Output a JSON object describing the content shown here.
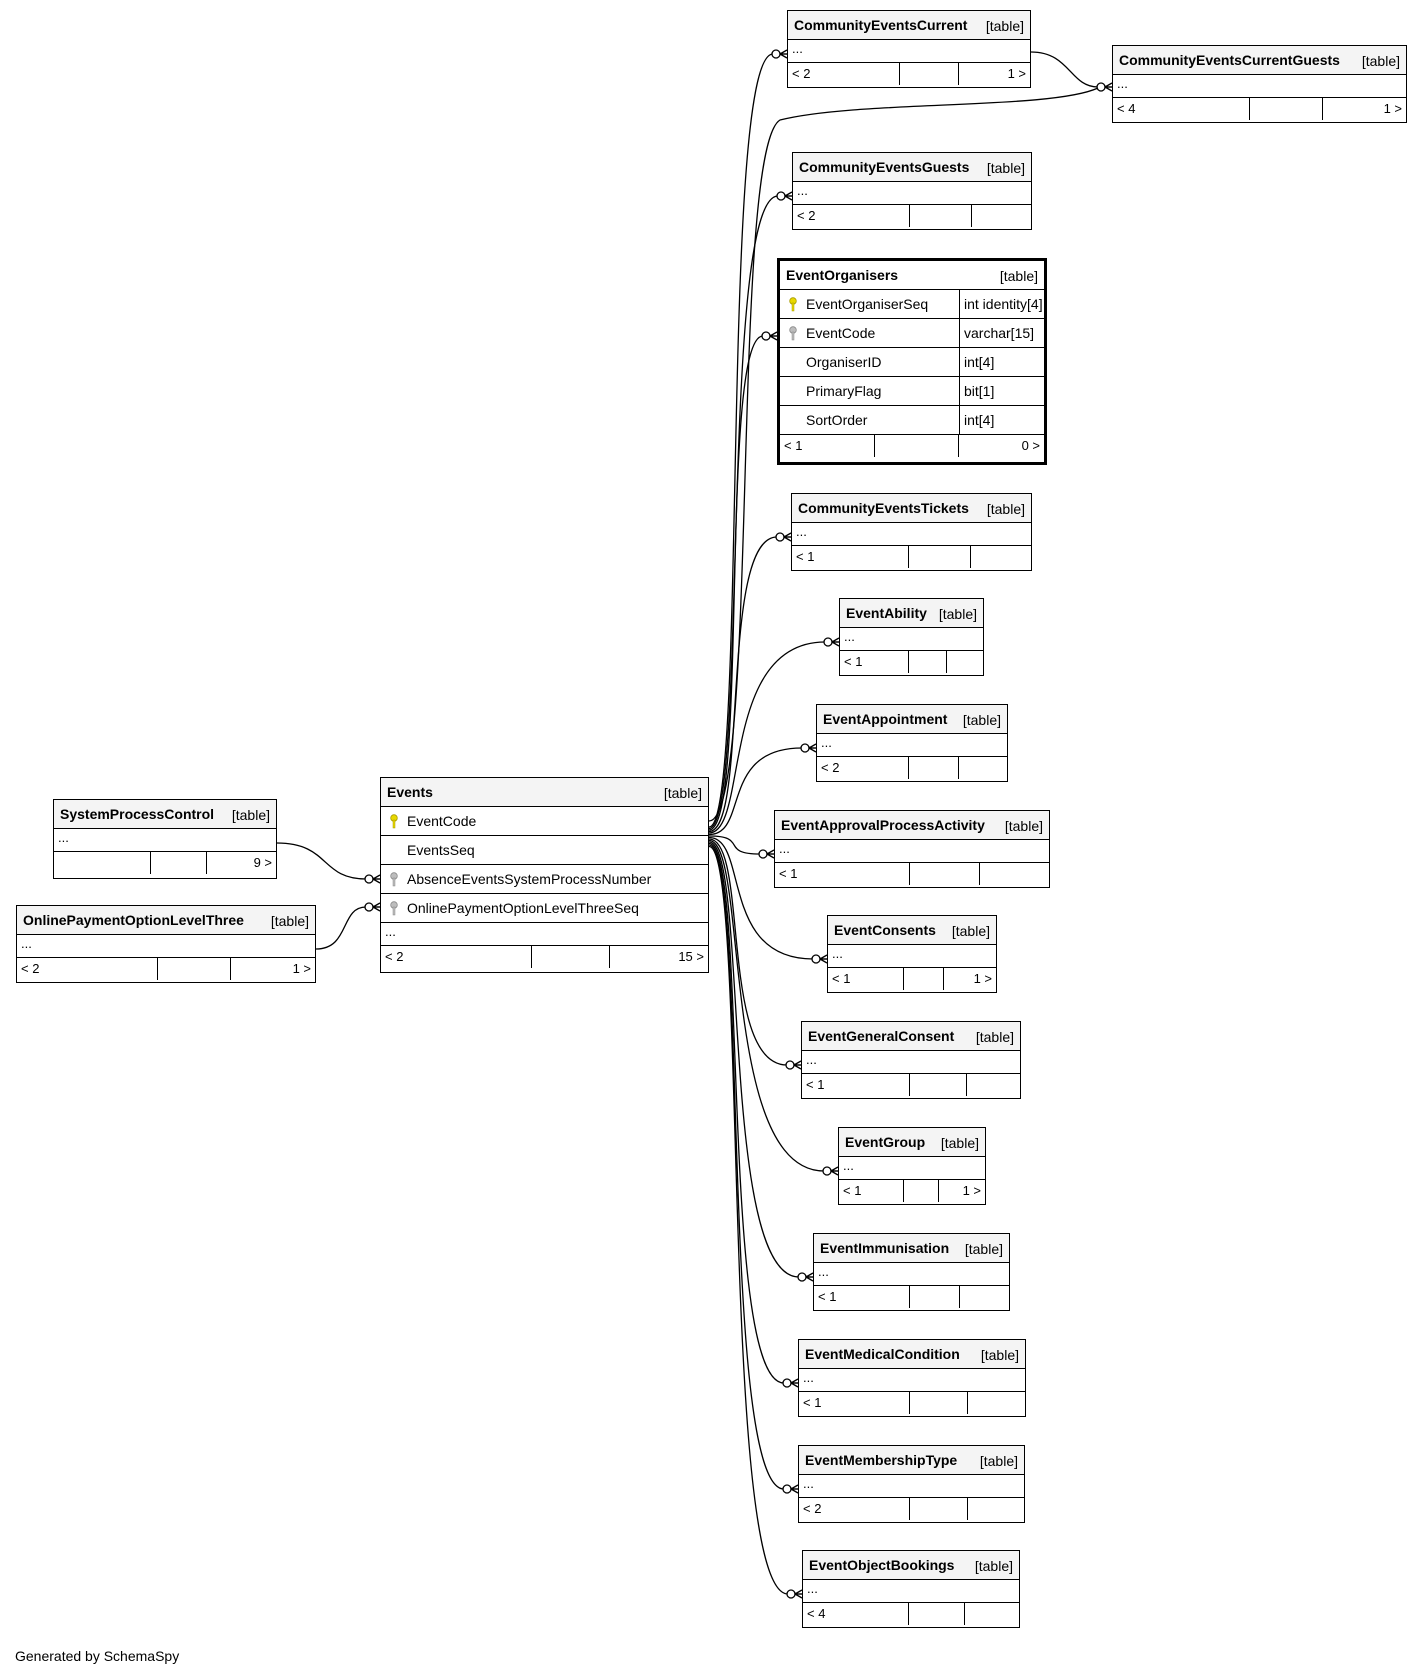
{
  "diagram": {
    "colors": {
      "primary_key": "#e8d800",
      "foreign_key": "#9a9a9a",
      "header_bg": "#f4f4f4",
      "line": "#000000"
    },
    "focus_table": {
      "name": "Events",
      "kind": "[table]",
      "columns": [
        {
          "name": "EventCode",
          "key": "primary-key-icon"
        },
        {
          "name": "EventsSeq",
          "key": ""
        },
        {
          "name": "AbsenceEventsSystemProcessNumber",
          "key": "foreign-key-icon"
        },
        {
          "name": "OnlinePaymentOptionLevelThreeSeq",
          "key": "foreign-key-icon"
        }
      ],
      "more": "...",
      "footer": [
        "< 2",
        "",
        "15 >"
      ]
    },
    "detailed_table": {
      "name": "EventOrganisers",
      "kind": "[table]",
      "columns": [
        {
          "name": "EventOrganiserSeq",
          "type": "int identity[4]",
          "key": "primary-key-icon"
        },
        {
          "name": "EventCode",
          "type": "varchar[15]",
          "key": "foreign-key-icon"
        },
        {
          "name": "OrganiserID",
          "type": "int[4]",
          "key": ""
        },
        {
          "name": "PrimaryFlag",
          "type": "bit[1]",
          "key": ""
        },
        {
          "name": "SortOrder",
          "type": "int[4]",
          "key": ""
        }
      ],
      "footer": [
        "< 1",
        "",
        "0 >"
      ]
    },
    "tables": [
      {
        "name": "CommunityEventsCurrent",
        "kind": "[table]",
        "more": "...",
        "footer": [
          "< 2",
          "",
          "1 >"
        ]
      },
      {
        "name": "CommunityEventsCurrentGuests",
        "kind": "[table]",
        "more": "...",
        "footer": [
          "< 4",
          "",
          "1 >"
        ]
      },
      {
        "name": "CommunityEventsGuests",
        "kind": "[table]",
        "more": "...",
        "footer": [
          "< 2",
          "",
          ""
        ]
      },
      {
        "name": "CommunityEventsTickets",
        "kind": "[table]",
        "more": "...",
        "footer": [
          "< 1",
          "",
          ""
        ]
      },
      {
        "name": "EventAbility",
        "kind": "[table]",
        "more": "...",
        "footer": [
          "< 1",
          "",
          ""
        ]
      },
      {
        "name": "EventAppointment",
        "kind": "[table]",
        "more": "...",
        "footer": [
          "< 2",
          "",
          ""
        ]
      },
      {
        "name": "EventApprovalProcessActivity",
        "kind": "[table]",
        "more": "...",
        "footer": [
          "< 1",
          "",
          ""
        ]
      },
      {
        "name": "EventConsents",
        "kind": "[table]",
        "more": "...",
        "footer": [
          "< 1",
          "",
          "1 >"
        ]
      },
      {
        "name": "EventGeneralConsent",
        "kind": "[table]",
        "more": "...",
        "footer": [
          "< 1",
          "",
          ""
        ]
      },
      {
        "name": "EventGroup",
        "kind": "[table]",
        "more": "...",
        "footer": [
          "< 1",
          "",
          "1 >"
        ]
      },
      {
        "name": "EventImmunisation",
        "kind": "[table]",
        "more": "...",
        "footer": [
          "< 1",
          "",
          ""
        ]
      },
      {
        "name": "EventMedicalCondition",
        "kind": "[table]",
        "more": "...",
        "footer": [
          "< 1",
          "",
          ""
        ]
      },
      {
        "name": "EventMembershipType",
        "kind": "[table]",
        "more": "...",
        "footer": [
          "< 2",
          "",
          ""
        ]
      },
      {
        "name": "EventObjectBookings",
        "kind": "[table]",
        "more": "...",
        "footer": [
          "< 4",
          "",
          ""
        ]
      },
      {
        "name": "SystemProcessControl",
        "kind": "[table]",
        "more": "...",
        "footer": [
          "",
          "",
          "9 >"
        ]
      },
      {
        "name": "OnlinePaymentOptionLevelThree",
        "kind": "[table]",
        "more": "...",
        "footer": [
          "< 2",
          "",
          "1 >"
        ]
      }
    ],
    "footnote": "Generated by SchemaSpy"
  }
}
